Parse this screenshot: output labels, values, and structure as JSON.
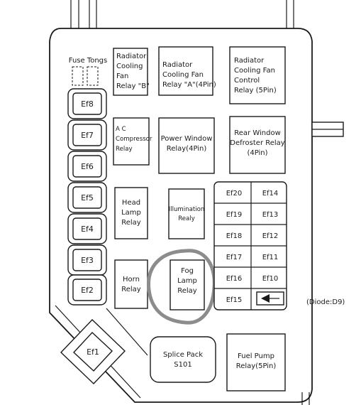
{
  "fuse_tongs_label": "Fuse Tongs",
  "relays": {
    "radiator_fan_b": [
      "Radiator",
      "Cooling",
      "Fan",
      "Relay \"B\""
    ],
    "radiator_fan_a": [
      "Radiator",
      "Cooling Fan",
      "Relay \"A\"(4Pin)"
    ],
    "radiator_fan_control": [
      "Radiator",
      "Cooling Fan",
      "Control",
      "Relay (5Pin)"
    ],
    "ac_compressor": [
      "A C",
      "Compressor",
      "Relay"
    ],
    "power_window": [
      "Power Window",
      "Relay(4Pin)"
    ],
    "rear_defroster": [
      "Rear Window",
      "Defroster Relay",
      "(4Pin)"
    ],
    "head_lamp": [
      "Head",
      "Lamp",
      "Relay"
    ],
    "illumination": [
      "Illumination",
      "Realy"
    ],
    "horn": [
      "Horn",
      "Relay"
    ],
    "fog_lamp": [
      "Fog",
      "Lamp",
      "Relay"
    ],
    "splice_pack": [
      "Splice Pack",
      "S101"
    ],
    "fuel_pump": [
      "Fuel Pump",
      "Relay(5Pin)"
    ]
  },
  "left_fuses": [
    "Ef8",
    "Ef7",
    "Ef6",
    "Ef5",
    "Ef4",
    "Ef3",
    "Ef2"
  ],
  "fuse_ef1": "Ef1",
  "fuse_grid": [
    [
      "Ef20",
      "Ef14"
    ],
    [
      "Ef19",
      "Ef13"
    ],
    [
      "Ef18",
      "Ef12"
    ],
    [
      "Ef17",
      "Ef11"
    ],
    [
      "Ef16",
      "Ef10"
    ],
    [
      "Ef15",
      ""
    ]
  ],
  "diode_label": "(Diode:D9)"
}
